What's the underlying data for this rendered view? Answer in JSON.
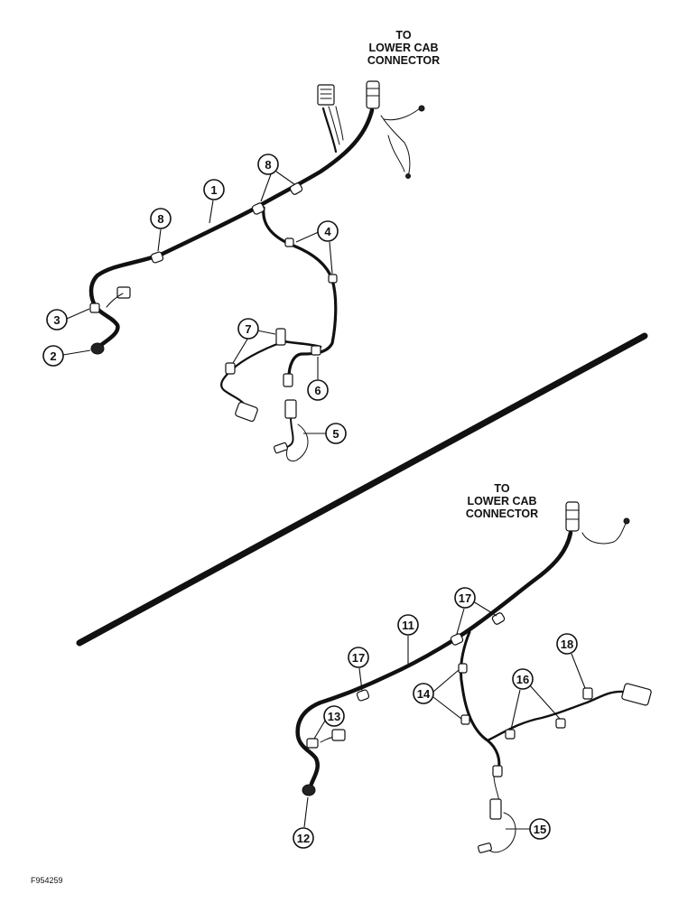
{
  "diagram": {
    "top_harness": {
      "connector_note": [
        "TO",
        "LOWER CAB",
        "CONNECTOR"
      ],
      "callouts": [
        "1",
        "2",
        "3",
        "4",
        "5",
        "6",
        "7",
        "8",
        "8"
      ]
    },
    "bottom_harness": {
      "connector_note": [
        "TO",
        "LOWER CAB",
        "CONNECTOR"
      ],
      "callouts": [
        "11",
        "12",
        "13",
        "14",
        "15",
        "16",
        "17",
        "17",
        "18"
      ]
    },
    "figure_id": "F954259"
  }
}
